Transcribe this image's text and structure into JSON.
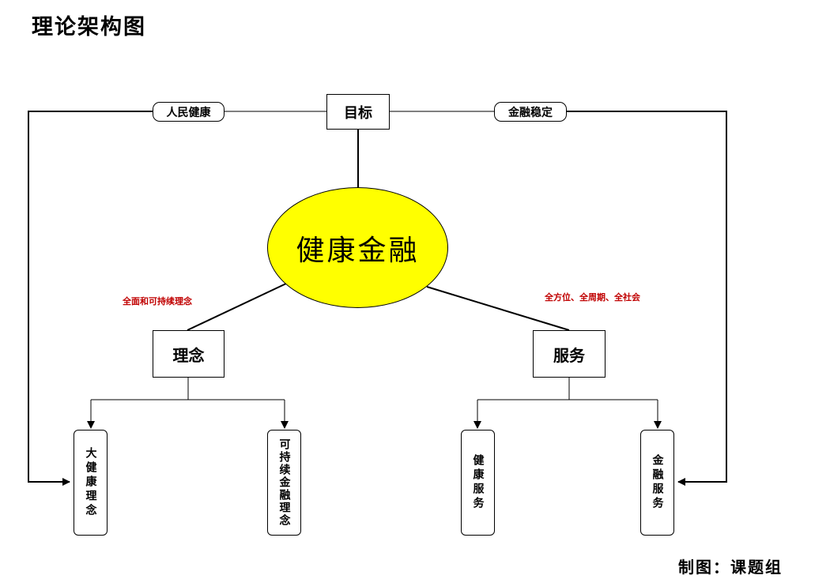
{
  "title": "理论架构图",
  "diagram": {
    "center": "健康金融",
    "goal": "目标",
    "goal_left_label": "人民健康",
    "goal_right_label": "金融稳定",
    "branches": {
      "concept": {
        "label": "理念",
        "note": "全面和可持续理念",
        "children": [
          "大健康理念",
          "可持续金融理念"
        ]
      },
      "service": {
        "label": "服务",
        "note": "全方位、全周期、全社会",
        "children": [
          "健康服务",
          "金融服务"
        ]
      }
    },
    "colors": {
      "center_fill": "#ffff00",
      "note_text": "#c00000",
      "lines": "#000000"
    }
  },
  "credit": "制图：课题组"
}
